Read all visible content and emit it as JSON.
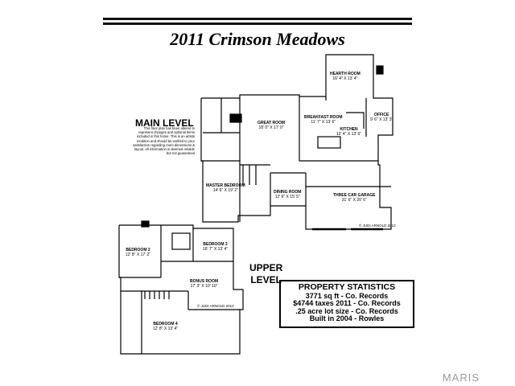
{
  "title": "2011 Crimson Meadows",
  "main_level_label": "MAIN LEVEL",
  "upper_level_label": [
    "UPPER",
    "LEVEL"
  ],
  "disclaimer": [
    "This floor plan has been altered to",
    "represent changes and optional items",
    "included in this home. This is an artists",
    "rendition and should be verified to your",
    "satisfaction regarding room dimensions &",
    "layout. All information is deemed reliable",
    "but not guaranteed"
  ],
  "rooms": {
    "hearth": {
      "name": "HEARTH ROOM",
      "dims": "16' 4\" X 13' 4\""
    },
    "breakfast": {
      "name": "BREAKFAST ROOM",
      "dims": "11' 7\" X 13' 6\""
    },
    "great": {
      "name": "GREAT ROOM",
      "dims": "18' 0\" X 17' 0\""
    },
    "office": {
      "name": "OFFICE",
      "dims": "9' 6\" X 13' 3\""
    },
    "kitchen": {
      "name": "KITCHEN",
      "dims": "12' 4\" X 13' 6\""
    },
    "master": {
      "name": "MASTER BEDROOM",
      "dims": "14' 6\" X 19' 2\""
    },
    "dining": {
      "name": "DINING ROOM",
      "dims": "12' 6\" X 15' 5\""
    },
    "garage": {
      "name": "THREE CAR GARAGE",
      "dims": "31' 6\" X 20' 6\""
    },
    "bed2": {
      "name": "BEDROOM 2",
      "dims": "12' 8\" X 17' 2\""
    },
    "bed3": {
      "name": "BEDROOM 3",
      "dims": "16' 7\" X 13' 4\""
    },
    "bonus": {
      "name": "BONUS ROOM",
      "dims": "17' 3\" X 10' 10\""
    },
    "bed4": {
      "name": "BEDROOM 4",
      "dims": "12' 8\" X 13' 4\""
    }
  },
  "credit_main": "© JUDI ARNOLD 2012",
  "credit_upper": "© JUDI ARNOLD 2012",
  "stats": {
    "heading": "PROPERTY STATISTICS",
    "lines": [
      "3771 sq ft - Co. Records",
      "$4744 taxes 2011 - Co. Records",
      ".25 acre lot size - Co. Records",
      "Built in 2004 - Rowles"
    ]
  },
  "watermark": "MARIS"
}
